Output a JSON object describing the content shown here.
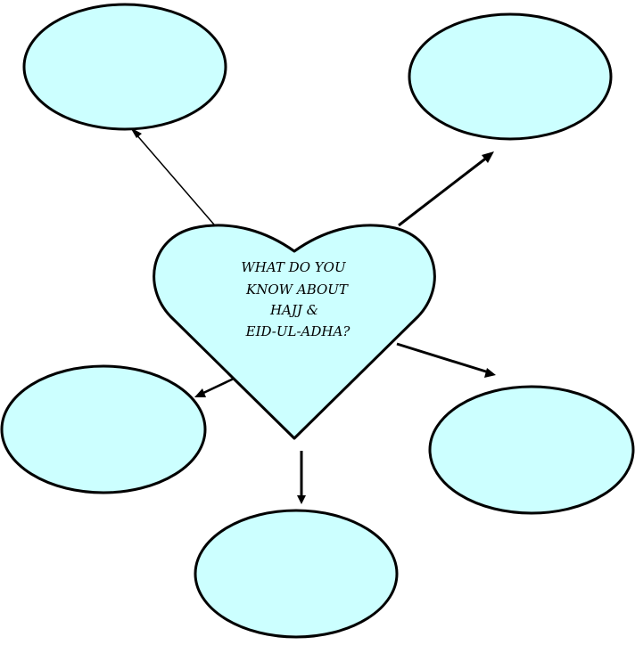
{
  "diagram": {
    "center_text": {
      "line1": "WHAT DO YOU",
      "line2": "KNOW ABOUT",
      "line3": "HAJJ &",
      "line4": "EID-UL-ADHA?"
    },
    "colors": {
      "bubble_fill": "#ccffff",
      "outline": "#000000",
      "background": "#ffffff"
    },
    "bubbles": [
      {
        "id": "top-left",
        "text": ""
      },
      {
        "id": "top-right",
        "text": ""
      },
      {
        "id": "middle-left",
        "text": ""
      },
      {
        "id": "middle-right",
        "text": ""
      },
      {
        "id": "bottom",
        "text": ""
      }
    ]
  }
}
